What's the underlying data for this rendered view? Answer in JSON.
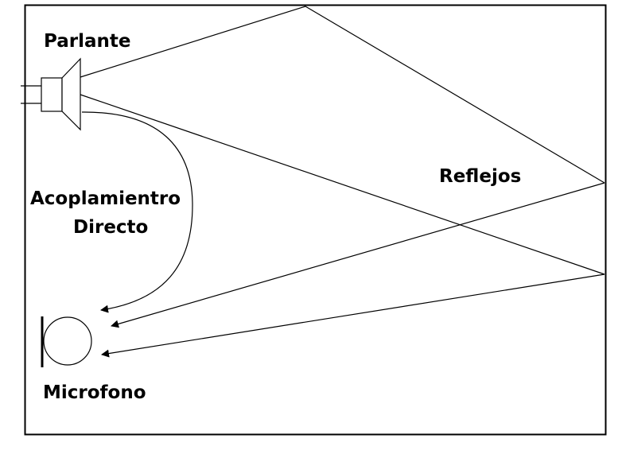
{
  "labels": {
    "speaker": "Parlante",
    "reflections": "Reflejos",
    "direct_coupling_line1": "Acoplamientro",
    "direct_coupling_line2": "Directo",
    "microphone": "Microfono"
  },
  "colors": {
    "stroke": "#000000",
    "background": "#ffffff"
  }
}
